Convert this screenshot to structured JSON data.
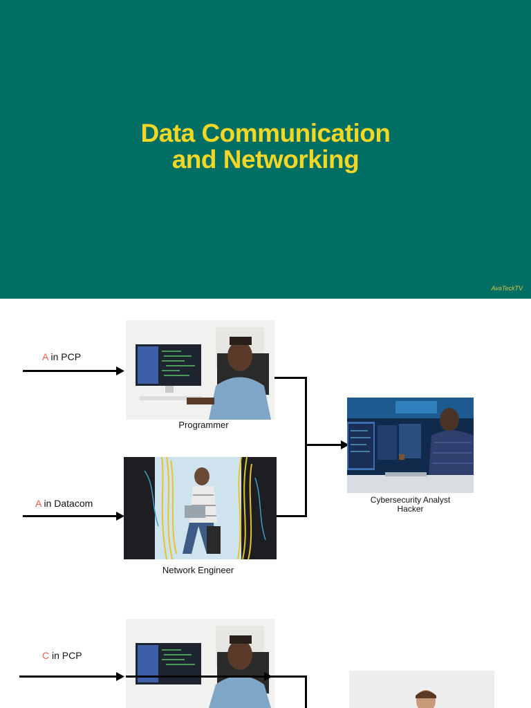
{
  "title_slide": {
    "title_line1": "Data Communication",
    "title_line2": "and Networking",
    "watermark": "AvaTeckTV",
    "background_color": "#006e63",
    "title_color": "#f3d726"
  },
  "diagram1": {
    "input1": {
      "grade": "A",
      "rest": " in PCP"
    },
    "input2": {
      "grade": "A",
      "rest": " in Datacom"
    },
    "photo1_caption": "Programmer",
    "photo2_caption": "Network Engineer",
    "result_caption_line1": "Cybersecurity Analyst",
    "result_caption_line2": "Hacker"
  },
  "diagram2": {
    "input1": {
      "grade": "C",
      "rest": " in PCP"
    }
  },
  "colors": {
    "grade_red": "#f05a4f"
  }
}
